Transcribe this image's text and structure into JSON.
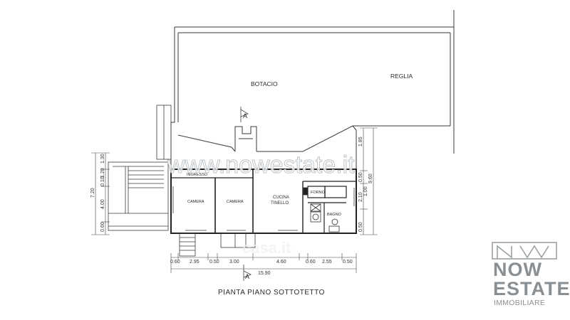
{
  "rooms": {
    "botacio": "BOTACIO",
    "reglia": "REGLIA",
    "ingresso": "INGRESSO",
    "camera_left": "CAMERA",
    "camera_right": "CAMERA",
    "cucina_line1": "CUCINA",
    "cucina_line2": "TINELLO",
    "forno": "FORNO",
    "bagno": "BAGNO"
  },
  "section_marker": "A",
  "plan_title": "PIANTA PIANO SOTTOTETTO",
  "dimensions": {
    "bottom": [
      "0.60",
      "2.95",
      "0.50",
      "3.00",
      "4.60",
      "0.60",
      "2.55",
      "0.50"
    ],
    "total": "15.90",
    "left": [
      "1.30",
      "1.20",
      "0.10",
      "4.00",
      "0.60"
    ],
    "left_total": "7.20",
    "right": [
      "1.85",
      "0.50",
      "2.10",
      "0.50"
    ],
    "right_total1": "1.00",
    "right_total2": "9.60"
  },
  "watermarks": {
    "site": "www.nowestate.it",
    "casa": "casa.it"
  },
  "logo": {
    "line1": "NOW",
    "line2": "ESTATE",
    "line3": "IMMOBILIARE"
  }
}
